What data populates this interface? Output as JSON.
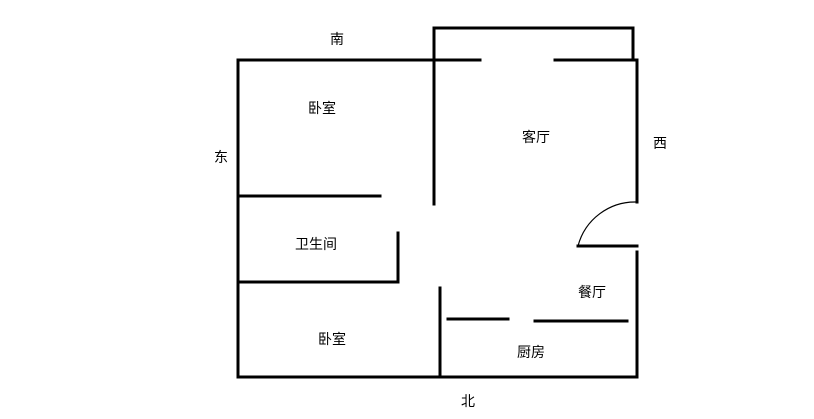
{
  "directions": {
    "south": "南",
    "east": "东",
    "west": "西",
    "north": "北"
  },
  "rooms": {
    "bedroom_top": "卧室",
    "living_room": "客厅",
    "bathroom": "卫生间",
    "dining_room": "餐厅",
    "bedroom_bottom": "卧室",
    "kitchen": "厨房"
  },
  "colors": {
    "wall": "#000000",
    "background": "#ffffff"
  }
}
